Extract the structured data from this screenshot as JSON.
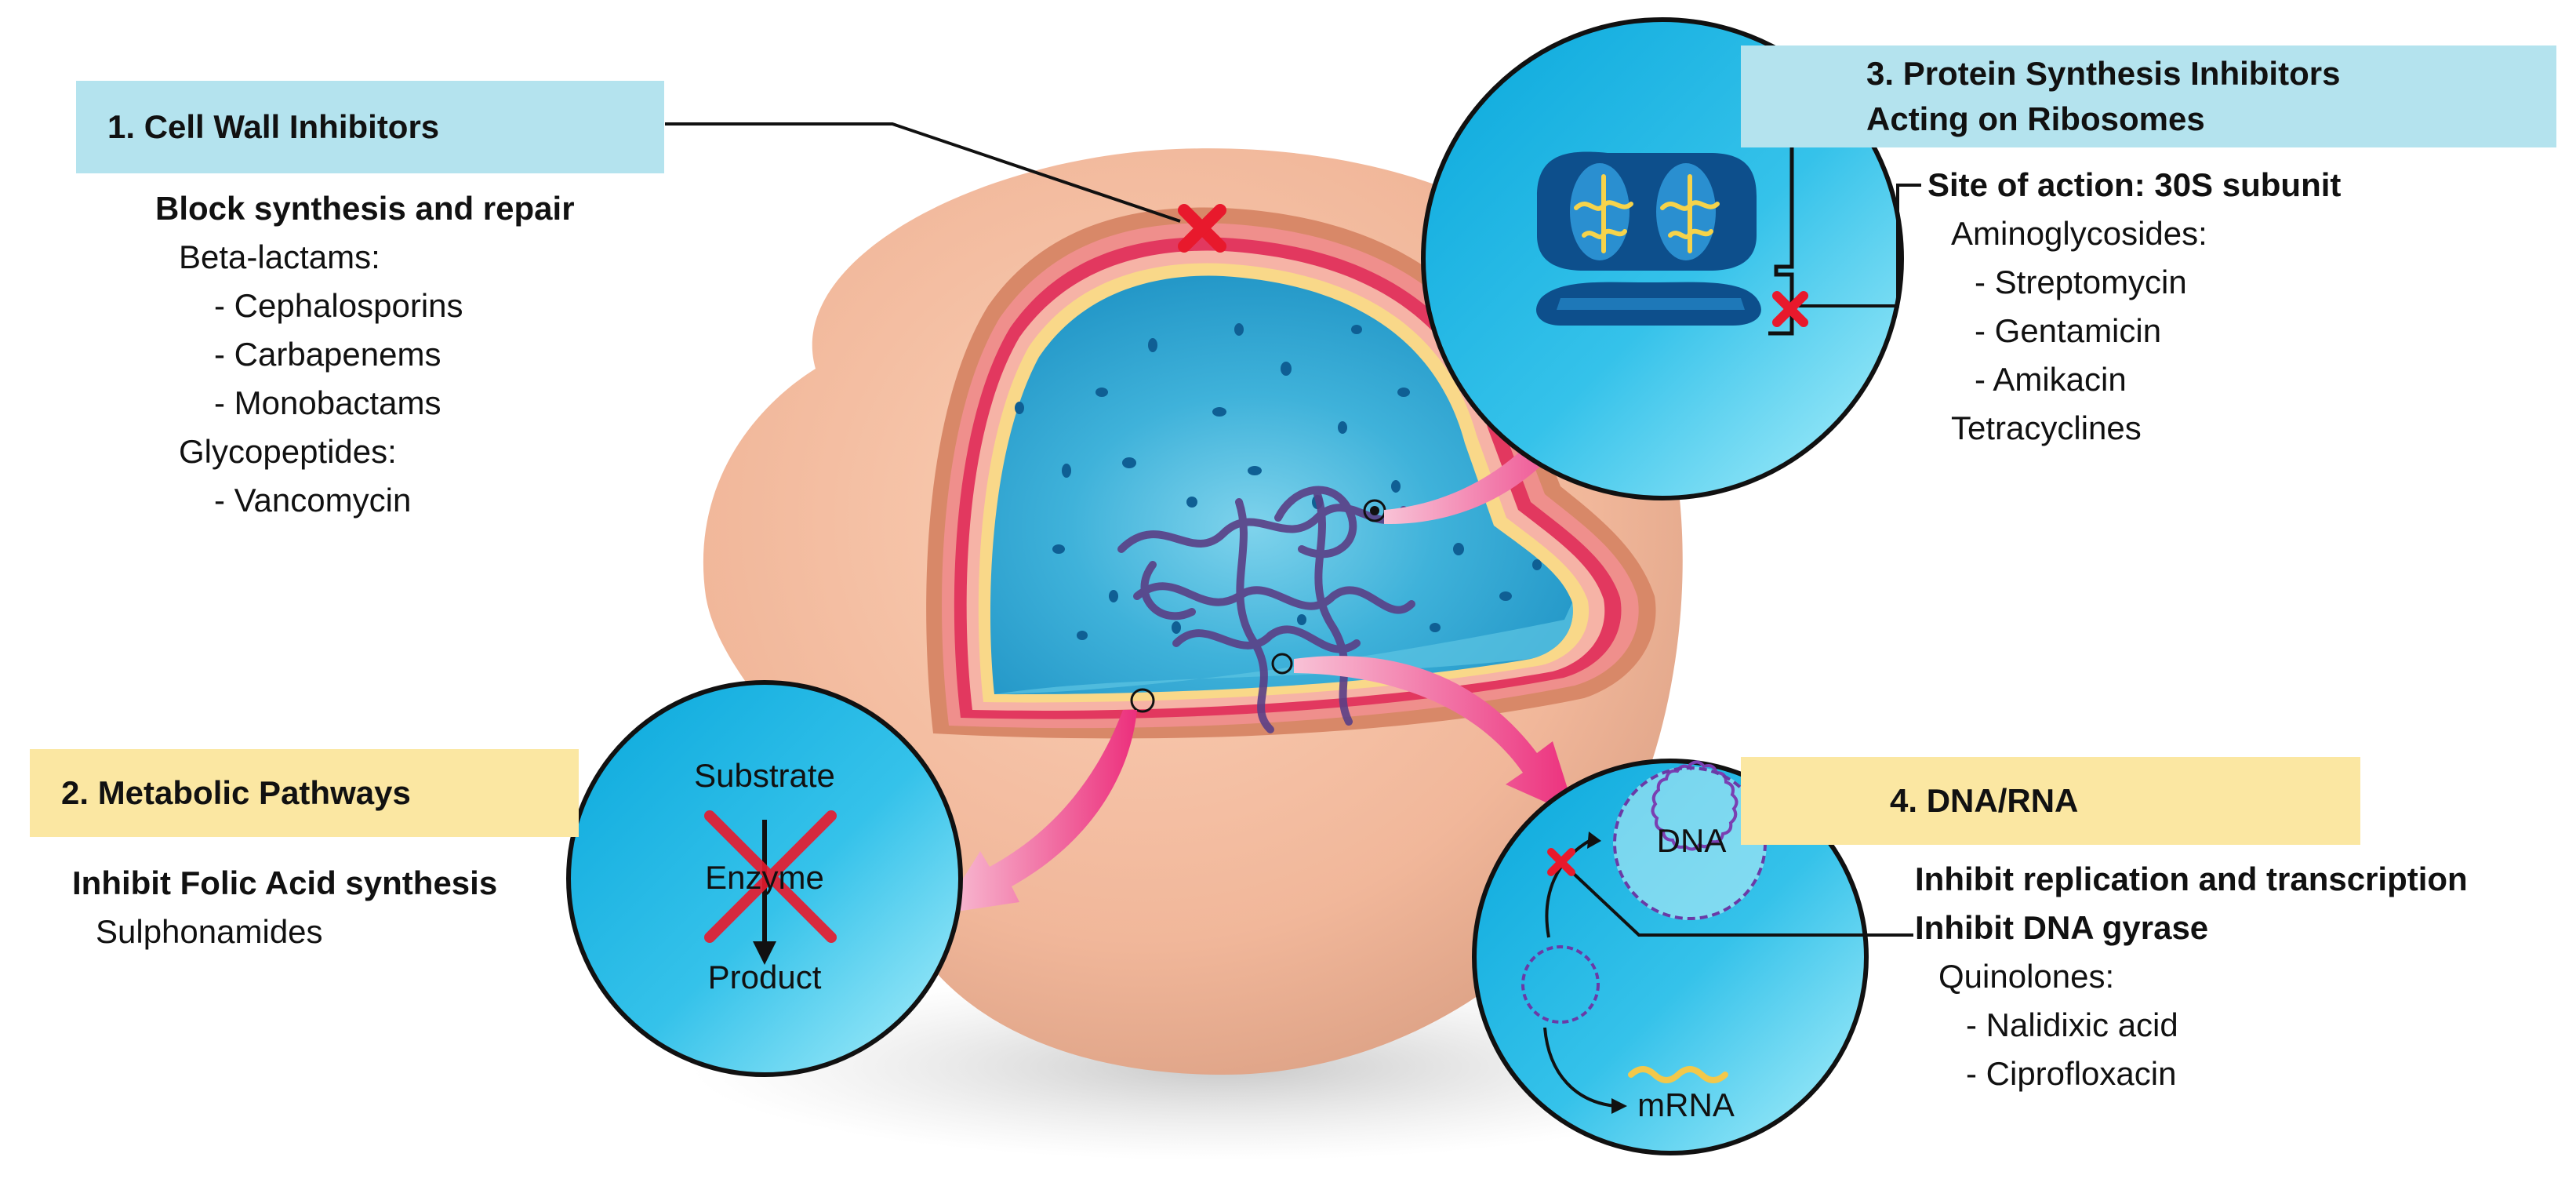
{
  "sections": {
    "cell_wall": {
      "title": "1. Cell Wall Inhibitors",
      "heading": "Block synthesis and repair",
      "items": [
        "Beta-lactams:",
        "- Cephalosporins",
        "- Carbapenems",
        "- Monobactams",
        "Glycopeptides:",
        "- Vancomycin"
      ]
    },
    "metabolic": {
      "title": "2. Metabolic Pathways",
      "heading": "Inhibit Folic Acid synthesis",
      "items": [
        "Sulphonamides"
      ],
      "inset": {
        "substrate": "Substrate",
        "enzyme": "Enzyme",
        "product": "Product"
      }
    },
    "protein": {
      "title_line1": "3. Protein Synthesis Inhibitors",
      "title_line2": "Acting on Ribosomes",
      "heading": "Site of action: 30S subunit",
      "items": [
        "Aminoglycosides:",
        "- Streptomycin",
        "- Gentamicin",
        "- Amikacin",
        "Tetracyclines"
      ]
    },
    "dna": {
      "title": "4. DNA/RNA",
      "heading1": "Inhibit replication and transcription",
      "heading2": "Inhibit DNA gyrase",
      "items": [
        "Quinolones:",
        "- Nalidixic acid",
        "- Ciprofloxacin"
      ],
      "inset": {
        "dna": "DNA",
        "mrna": "mRNA"
      }
    }
  },
  "colors": {
    "label_blue": "#b4e3ee",
    "label_yellow": "#fbe7a2",
    "inhibition_mark": "#e8192c",
    "arrow_pink": "#ec2f7c",
    "cytoplasm": "#2aa5d0"
  },
  "icons": [
    "cross-mark-icon",
    "ribosome-icon",
    "dna-plasmid-icon",
    "mrna-icon"
  ]
}
